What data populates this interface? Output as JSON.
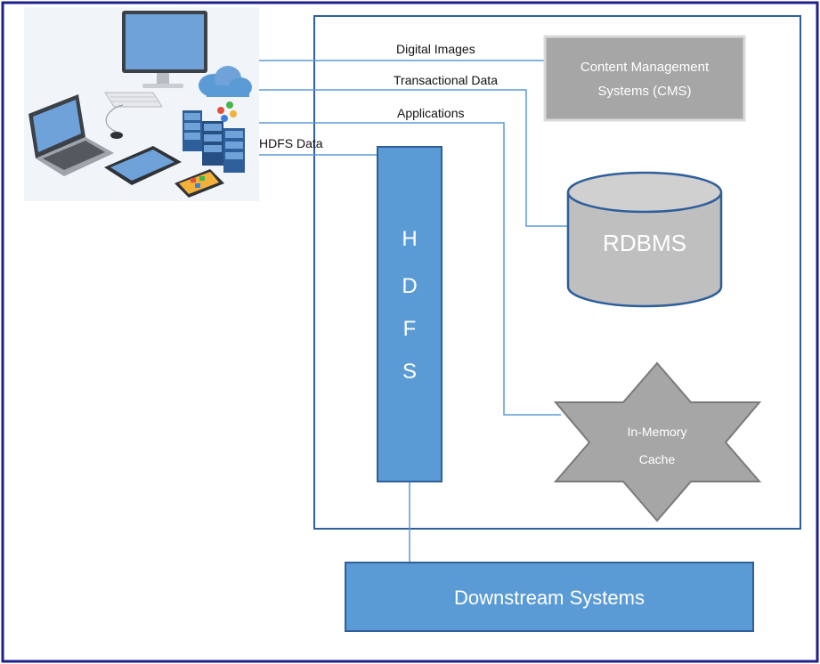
{
  "labels": {
    "digital_images": "Digital Images",
    "transactional_data": "Transactional Data",
    "applications": "Applications",
    "hdfs_data": "HDFS Data"
  },
  "nodes": {
    "cms_line1": "Content Management",
    "cms_line2": "Systems (CMS)",
    "rdbms": "RDBMS",
    "hdfs_letters": [
      "H",
      "D",
      "F",
      "S"
    ],
    "cache_line1": "In-Memory",
    "cache_line2": "Cache",
    "downstream": "Downstream Systems"
  },
  "colors": {
    "frame_border": "#1f1f8f",
    "container_border": "#2f5f9a",
    "connector": "#5b9bd5",
    "hdfs_fill": "#5b9bd5",
    "hdfs_border": "#2f5f9a",
    "gray_fill": "#a6a6a6",
    "cylinder_fill": "#bfbfbf",
    "shape_border": "#7a7a7a"
  },
  "icons": [
    "laptop-icon",
    "monitor-icon",
    "keyboard-icon",
    "mouse-icon",
    "tablet-icon",
    "phone-icon",
    "server-rack-icon",
    "cloud-icon"
  ]
}
